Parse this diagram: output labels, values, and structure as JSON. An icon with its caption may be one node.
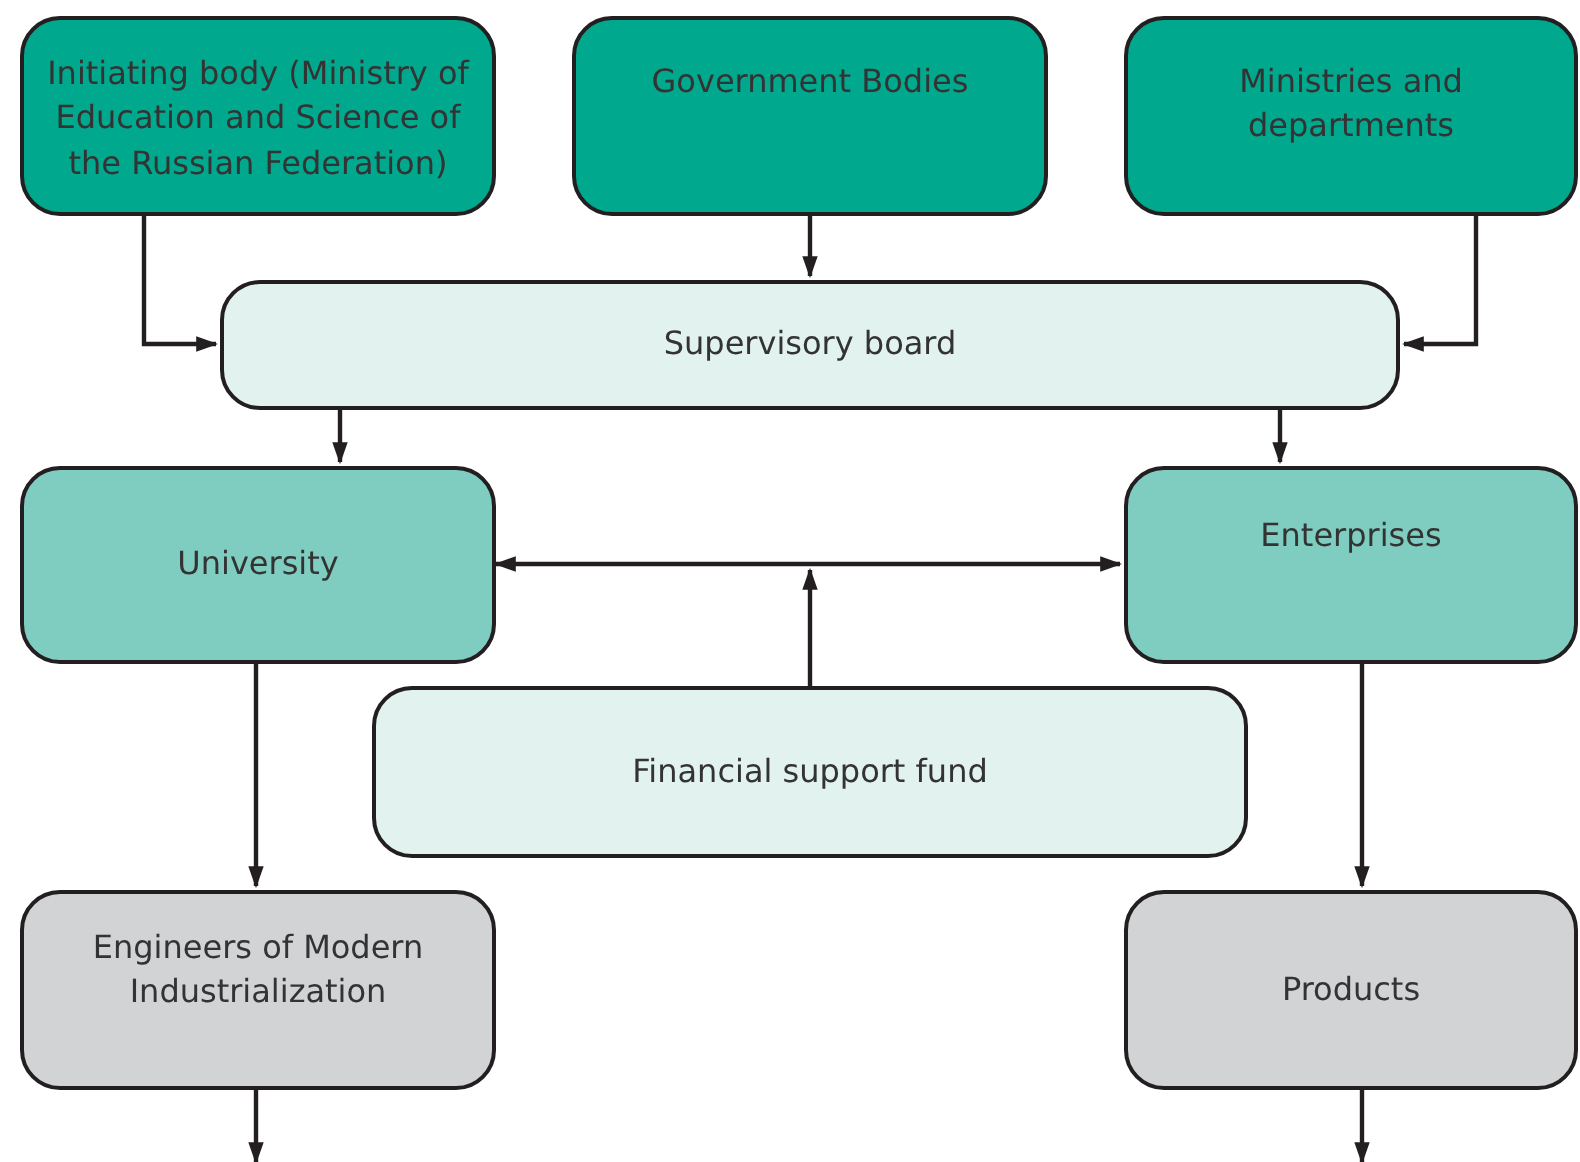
{
  "diagram": {
    "nodes": [
      {
        "text": [
          "Initiating body (Ministry of Education and Science of the Russian Federation)"
        ]
      },
      {
        "text": [
          "Government Bodies"
        ]
      },
      {
        "text": [
          "Ministries and departments"
        ]
      },
      {
        "text": [
          "Supervisory board"
        ]
      },
      {
        "text": [
          "University"
        ]
      },
      {
        "text": [
          "Enterprises"
        ]
      },
      {
        "text": [
          "Financial support fund"
        ]
      },
      {
        "text": [
          "Engineers of Modern Industrialization"
        ]
      },
      {
        "text": [
          "Products"
        ]
      }
    ],
    "edges": [
      {
        "from": 0,
        "to": 3,
        "arrow": "to"
      },
      {
        "from": 1,
        "to": 3,
        "arrow": "to"
      },
      {
        "from": 2,
        "to": 3,
        "arrow": "to"
      },
      {
        "from": 3,
        "to": 4,
        "arrow": "to"
      },
      {
        "from": 3,
        "to": 5,
        "arrow": "to"
      },
      {
        "from": 4,
        "to": 5,
        "arrow": "both"
      },
      {
        "from": 6,
        "to": null,
        "arrow": "to"
      },
      {
        "from": 4,
        "to": 7,
        "arrow": "to"
      },
      {
        "from": 5,
        "to": 8,
        "arrow": "to"
      },
      {
        "from": 7,
        "to": null,
        "arrow": "to"
      },
      {
        "from": 8,
        "to": null,
        "arrow": "to"
      }
    ]
  }
}
